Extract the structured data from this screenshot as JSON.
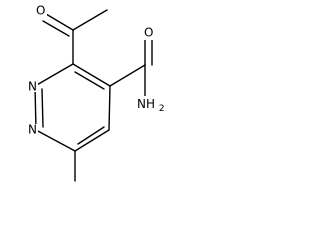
{
  "molecule": {
    "atoms": {
      "n1": "N",
      "n2": "N",
      "o_acetyl": "O",
      "o_amide": "O",
      "nh2_main": "NH",
      "nh2_sub": "2"
    }
  },
  "colors": {
    "bond": "#000000",
    "background": "#ffffff"
  }
}
